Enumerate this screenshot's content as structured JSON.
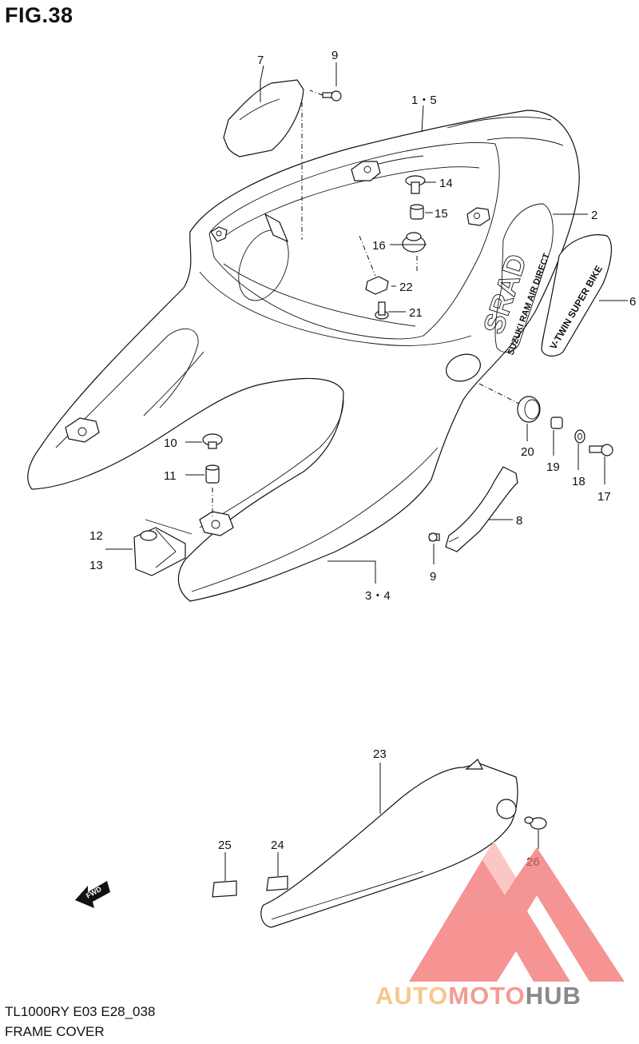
{
  "figure": {
    "title": "FIG.38",
    "model_code": "TL1000RY E03 E28_038",
    "section_name": "FRAME COVER"
  },
  "callouts": [
    "9",
    "7",
    "1・5",
    "14",
    "15",
    "2",
    "16",
    "22",
    "21",
    "6",
    "10",
    "11",
    "20",
    "19",
    "18",
    "17",
    "8",
    "12",
    "13",
    "9",
    "3・4",
    "23",
    "25",
    "24",
    "26"
  ],
  "decals": {
    "logo_text": "SRAD",
    "small_text": "SUZUKI RAM AIR DIRECT",
    "strip_text": "V-TWIN SUPER BIKE",
    "fwd_arrow": "FWD"
  },
  "watermark": {
    "word_parts": [
      "AUTO",
      "MOTO",
      "HUB"
    ],
    "colors": {
      "auto": "#f4c98c",
      "moto": "#f49a92",
      "hub": "#8a8a8a",
      "triangle": "#f26b6b"
    }
  },
  "icons": [
    "fwd-arrow-icon",
    "watermark-triangle-icon"
  ]
}
